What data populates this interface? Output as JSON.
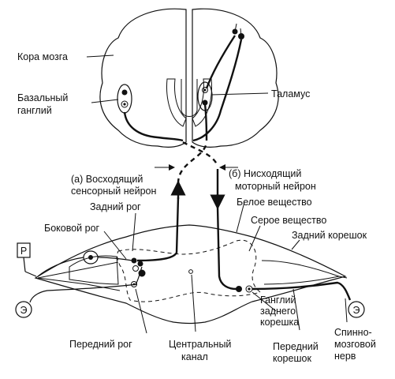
{
  "labels": {
    "cortex": "Кора мозга",
    "basal_1": "Базальный",
    "basal_2": "ганглий",
    "thalamus": "Таламус",
    "asc_1": "(а) Восходящий",
    "asc_2": "сенсорный нейрон",
    "desc_1": "(б) Нисходящий",
    "desc_2": "моторный нейрон",
    "white": "Белое вещество",
    "dorsal_horn": "Задний рог",
    "gray": "Серое вещество",
    "lateral_horn": "Боковой рог",
    "dorsal_root": "Задний корешок",
    "receptor": "Р",
    "effector_left": "Э",
    "effector_right": "Э",
    "ganglion_1": "Ганглий",
    "ganglion_2": "заднего",
    "ganglion_3": "корешка",
    "ventral_horn": "Передний рог",
    "central_1": "Центральный",
    "central_2": "канал",
    "ventral_root_1": "Передний",
    "ventral_root_2": "корешок",
    "nerve_1": "Спинно-",
    "nerve_2": "мозговой",
    "nerve_3": "нерв"
  }
}
